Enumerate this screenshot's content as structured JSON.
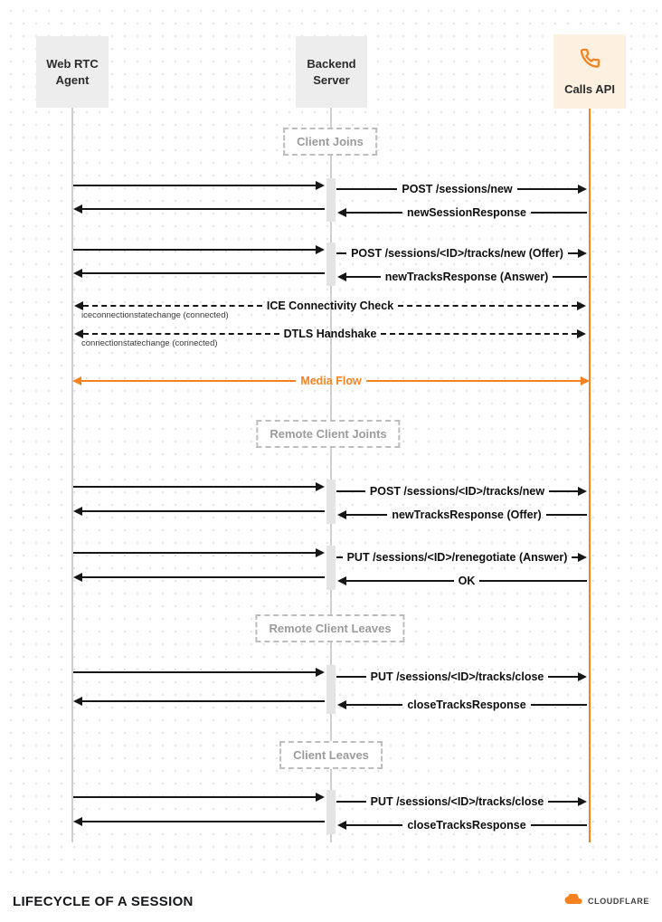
{
  "actors": {
    "webrtc": {
      "line1": "Web RTC",
      "line2": "Agent"
    },
    "backend": {
      "line1": "Backend",
      "line2": "Server"
    },
    "calls": {
      "label": "Calls API"
    }
  },
  "sections": {
    "client_joins": "Client Joins",
    "remote_client_joins": "Remote Client Joints",
    "remote_client_leaves": "Remote Client Leaves",
    "client_leaves": "Client Leaves"
  },
  "messages": {
    "post_sessions_new": "POST /sessions/new",
    "new_session_response": "newSessionResponse",
    "post_tracks_new_offer": "POST /sessions/<ID>/tracks/new (Offer)",
    "new_tracks_response_answer": "newTracksResponse (Answer)",
    "ice_check": "ICE Connectivity Check",
    "dtls_handshake": "DTLS Handshake",
    "media_flow": "Media Flow",
    "post_tracks_new": "POST /sessions/<ID>/tracks/new",
    "new_tracks_response_offer": "newTracksResponse (Offer)",
    "put_renegotiate": "PUT /sessions/<ID>/renegotiate (Answer)",
    "ok": "OK",
    "put_tracks_close": "PUT /sessions/<ID>/tracks/close",
    "close_tracks_response": "closeTracksResponse"
  },
  "notes": {
    "ice": "iceconnectionstatechange (connected)",
    "dtls": "connectionstatechange (connected)"
  },
  "footer": {
    "title": "LIFECYCLE OF A SESSION",
    "brand": "CLOUDFLARE"
  },
  "colors": {
    "accent": "#f6821f",
    "arrow": "#161616",
    "lifeline": "#cfcfcf"
  }
}
